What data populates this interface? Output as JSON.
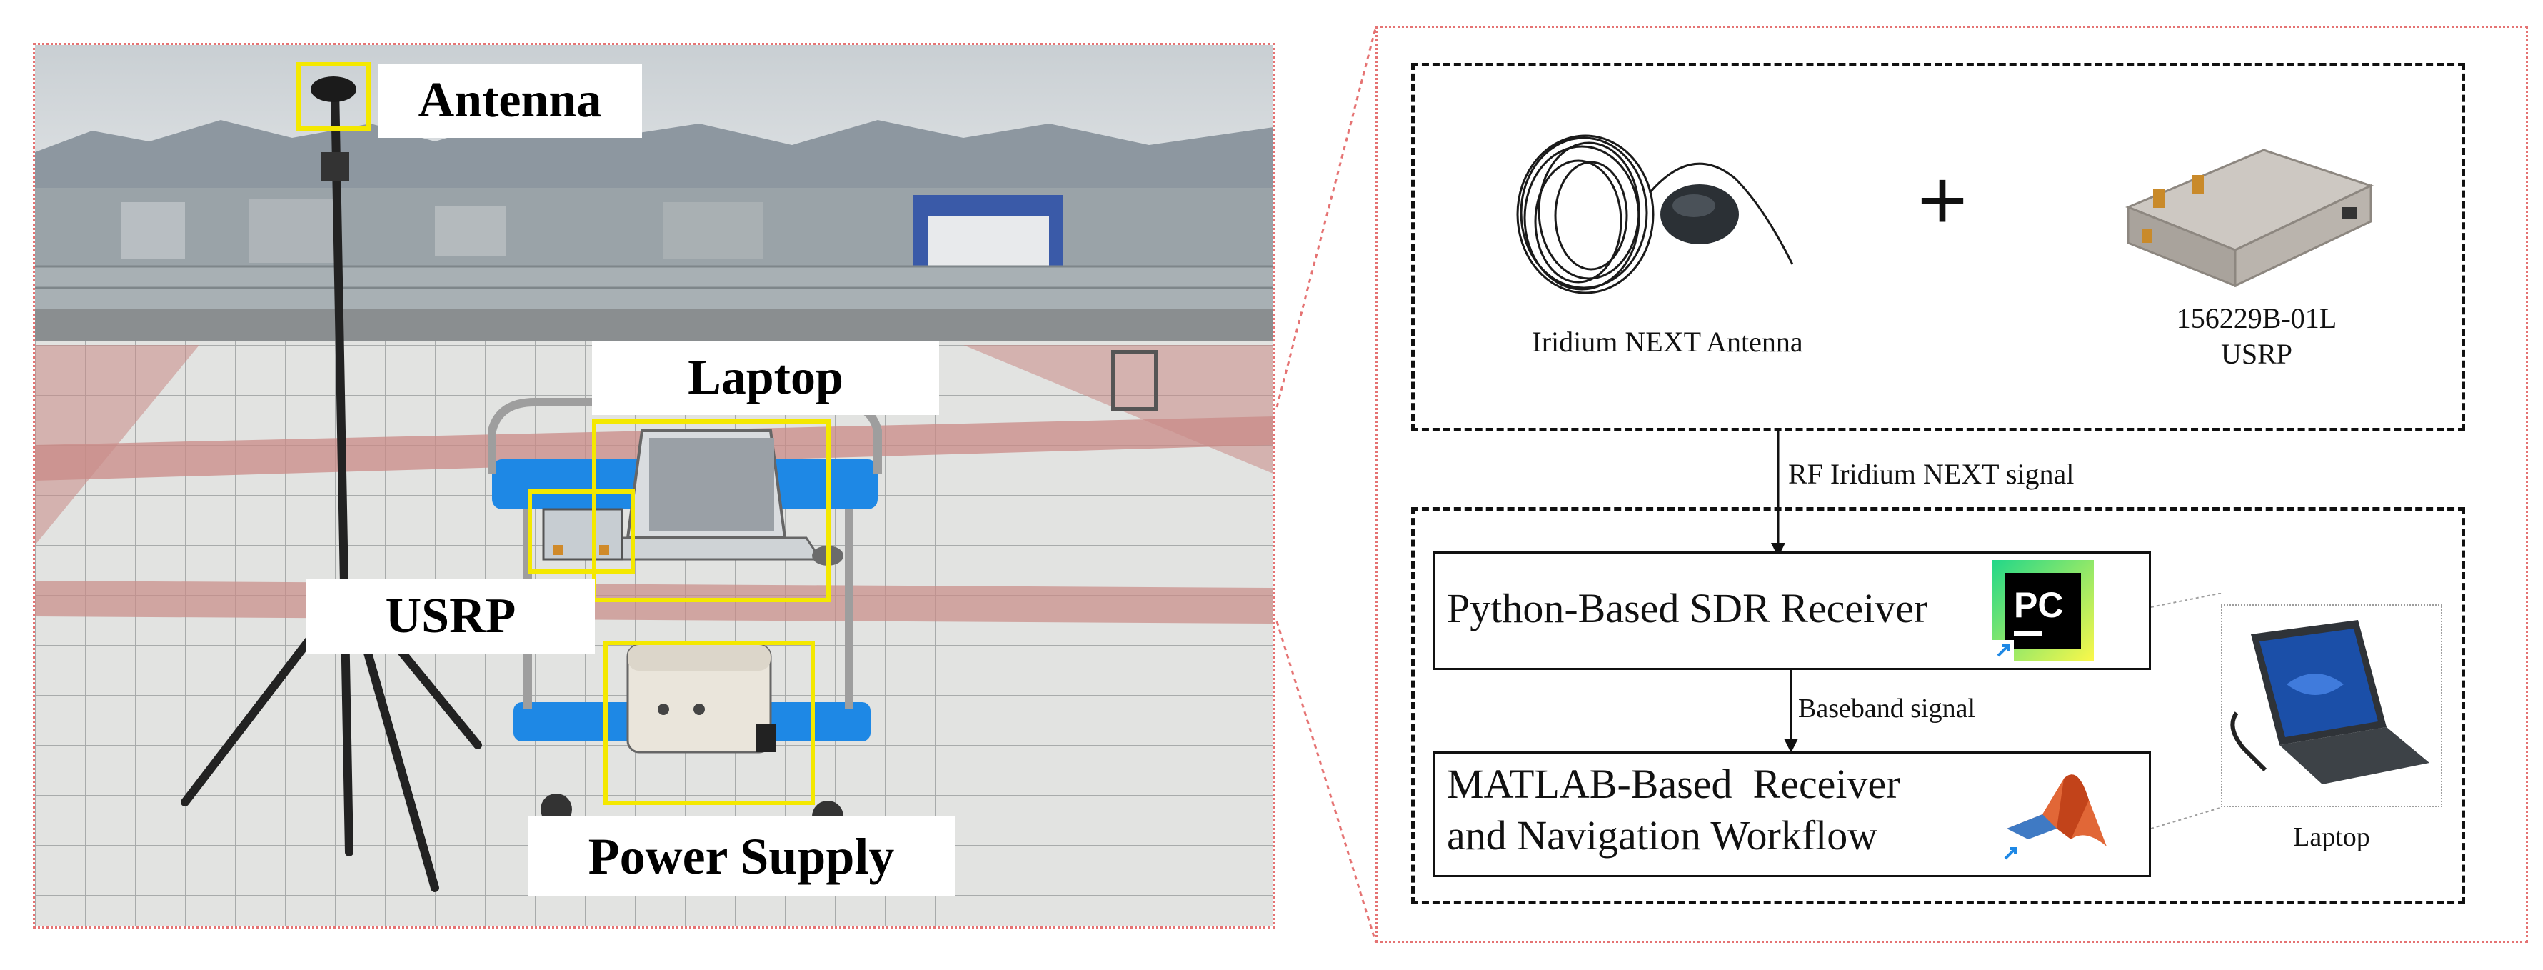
{
  "photo_labels": {
    "antenna": "Antenna",
    "laptop": "Laptop",
    "usrp": "USRP",
    "power_supply": "Power Supply"
  },
  "hardware": {
    "antenna_caption": "Iridium NEXT Antenna",
    "plus_symbol": "+",
    "usrp_caption_line1": "156229B-01L",
    "usrp_caption_line2": "USRP"
  },
  "flow": {
    "rf_signal_label": "RF Iridium NEXT signal",
    "python_receiver": "Python-Based SDR Receiver",
    "baseband_label": "Baseband signal",
    "matlab_line1": "MATLAB-Based  Receiver",
    "matlab_line2": "and Navigation Workflow",
    "laptop_caption": "Laptop",
    "pycharm_icon_text": "PC"
  },
  "colors": {
    "highlight_yellow": "#f4e800",
    "frame_red": "#e57373",
    "cart_blue": "#1e88e5"
  }
}
